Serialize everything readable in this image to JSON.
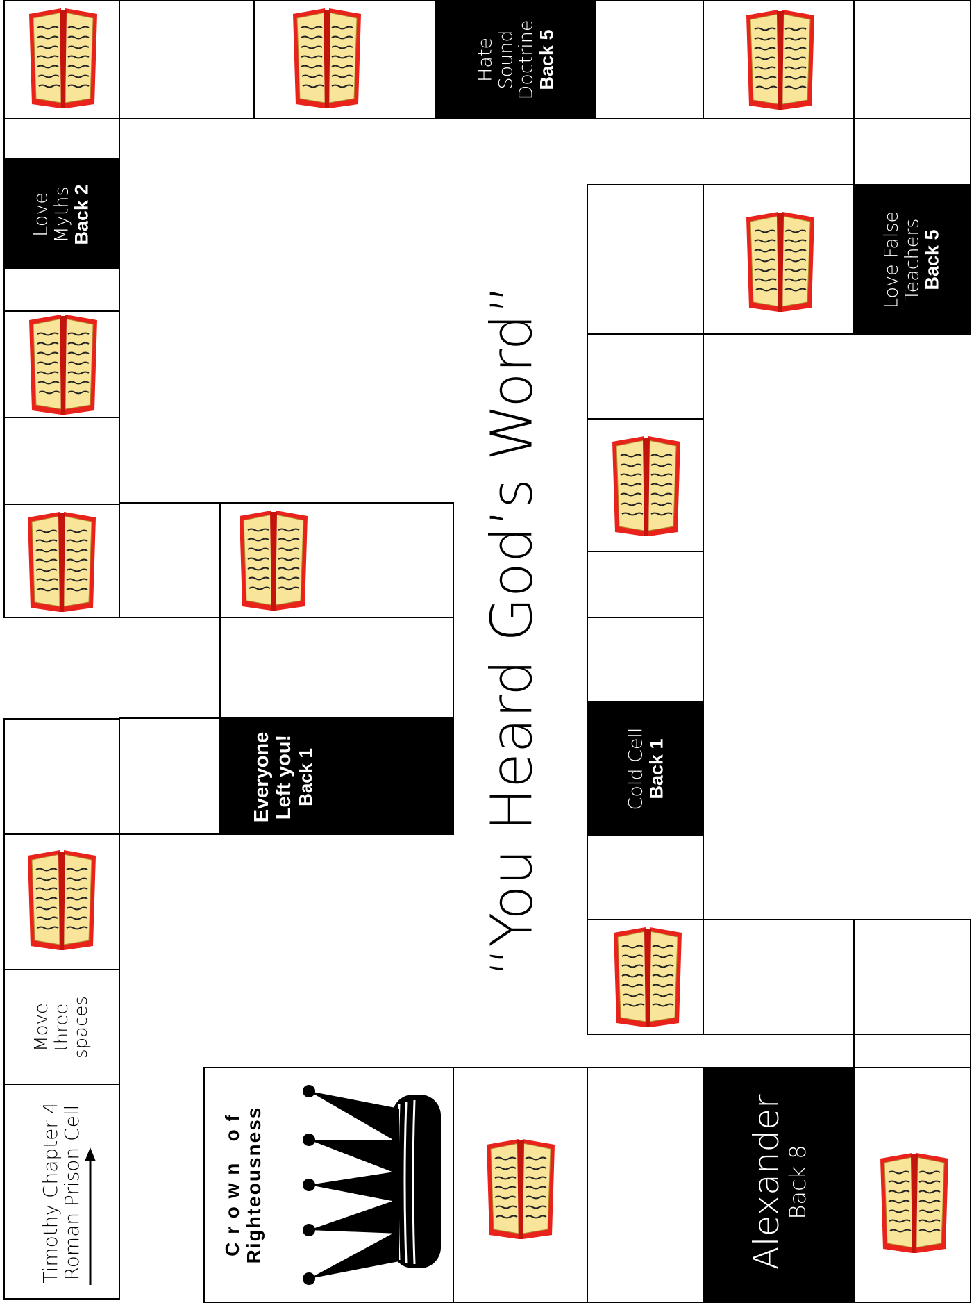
{
  "board": {
    "start_line1": "Timothy Chapter 4",
    "start_line2": "Roman Prison Cell",
    "move_l1": "Move",
    "move_l2": "three",
    "move_l3": "spaces",
    "crown_l1": "C r o w n   o f",
    "crown_l2": "Righteousness",
    "alexander_name": "Alexander",
    "alexander_back": "Back 8",
    "everyone_l1": "Everyone",
    "everyone_l2": "Left you!",
    "everyone_back": "Back 1",
    "cold_l1": "Cold Cell",
    "cold_back": "Back 1",
    "myths_l1": "Love",
    "myths_l2": "Myths",
    "myths_back": "Back 2",
    "hate_l1": "Hate",
    "hate_l2": "Sound",
    "hate_l3": "Doctrine",
    "hate_back": "Back 5",
    "false_l1": "Love False",
    "false_l2": "Teachers",
    "false_back": "Back 5",
    "title": "“You Heard God’s Word”"
  },
  "icons": {
    "space_icon": "open-bible-icon",
    "crown_icon": "crown-icon",
    "arrow_icon": "arrow-right-icon"
  },
  "colors": {
    "bible_red": "#e8231c",
    "bible_page": "#f8e59a",
    "black_space": "#000000"
  }
}
